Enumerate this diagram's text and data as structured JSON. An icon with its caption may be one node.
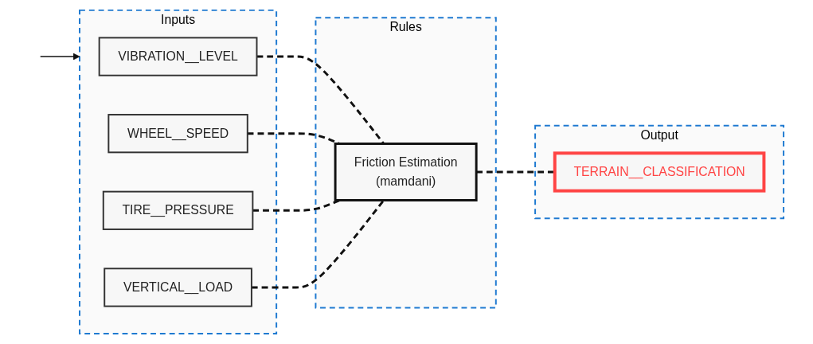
{
  "diagram": {
    "nodes": [
      {
        "text": [
          "Inputs"
        ]
      },
      {
        "text": [
          "VIBRATION__LEVEL"
        ],
        "in": 0
      },
      {
        "text": [
          "WHEEL__SPEED"
        ],
        "in": 0
      },
      {
        "text": [
          "TIRE__PRESSURE"
        ],
        "in": 0
      },
      {
        "text": [
          "VERTICAL__LOAD"
        ],
        "in": 0
      },
      {
        "text": [
          "Rules"
        ]
      },
      {
        "text": [
          "Friction Estimation",
          "(mamdani)"
        ],
        "in": 5
      },
      {
        "text": [
          "Output"
        ]
      },
      {
        "text": [
          "TERRAIN__CLASSIFICATION"
        ],
        "in": 7
      }
    ],
    "edges": [
      {
        "from": null,
        "to": 0,
        "arrow": "to"
      },
      {
        "from": 1,
        "to": 6,
        "arrow": "none",
        "style": "dashed"
      },
      {
        "from": 2,
        "to": 6,
        "arrow": "none",
        "style": "dashed"
      },
      {
        "from": 3,
        "to": 6,
        "arrow": "none",
        "style": "dashed"
      },
      {
        "from": 4,
        "to": 6,
        "arrow": "none",
        "style": "dashed"
      },
      {
        "from": 6,
        "to": 8,
        "arrow": "none",
        "style": "dashed"
      }
    ]
  }
}
